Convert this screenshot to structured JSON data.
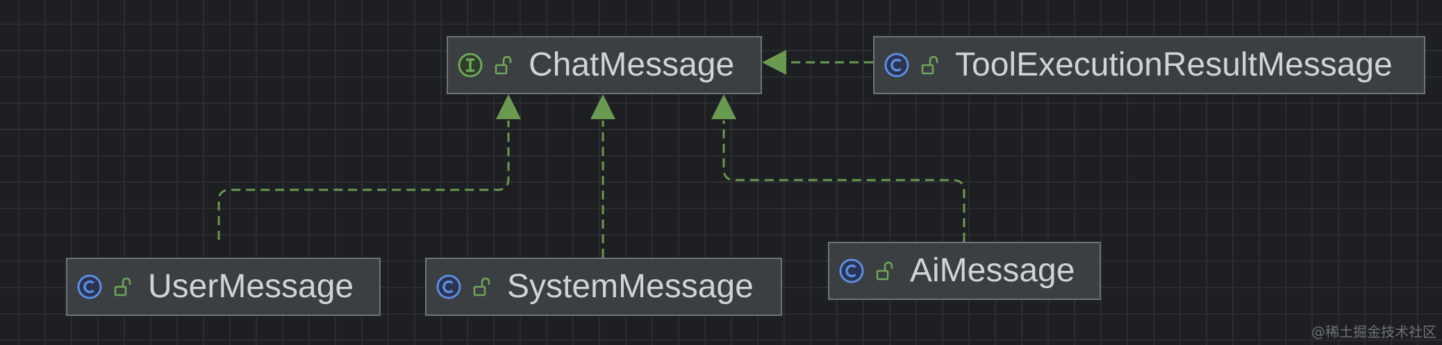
{
  "diagram": {
    "nodes": [
      {
        "id": "chat",
        "label": "ChatMessage",
        "kind": "interface",
        "visibility": "public"
      },
      {
        "id": "tool",
        "label": "ToolExecutionResultMessage",
        "kind": "class",
        "visibility": "public"
      },
      {
        "id": "user",
        "label": "UserMessage",
        "kind": "class",
        "visibility": "public"
      },
      {
        "id": "system",
        "label": "SystemMessage",
        "kind": "class",
        "visibility": "public"
      },
      {
        "id": "ai",
        "label": "AiMessage",
        "kind": "class",
        "visibility": "public"
      }
    ],
    "edges": [
      {
        "from": "tool",
        "to": "chat",
        "type": "implements"
      },
      {
        "from": "user",
        "to": "chat",
        "type": "implements"
      },
      {
        "from": "system",
        "to": "chat",
        "type": "implements"
      },
      {
        "from": "ai",
        "to": "chat",
        "type": "implements"
      }
    ]
  },
  "colors": {
    "background": "#1e1f22",
    "grid": "#2b2d30",
    "node_fill": "#3c3f41",
    "node_border": "#6f737a",
    "node_text": "#cfd3da",
    "edge": "#6a9a50",
    "class_icon": "#5b8ee6",
    "interface_icon": "#6fa85a",
    "lock_icon": "#6fa85a"
  },
  "icons": {
    "class": "class-c-icon",
    "interface": "interface-i-icon",
    "visibility": "unlocked-padlock-icon"
  },
  "watermark": "@稀土掘金技术社区"
}
